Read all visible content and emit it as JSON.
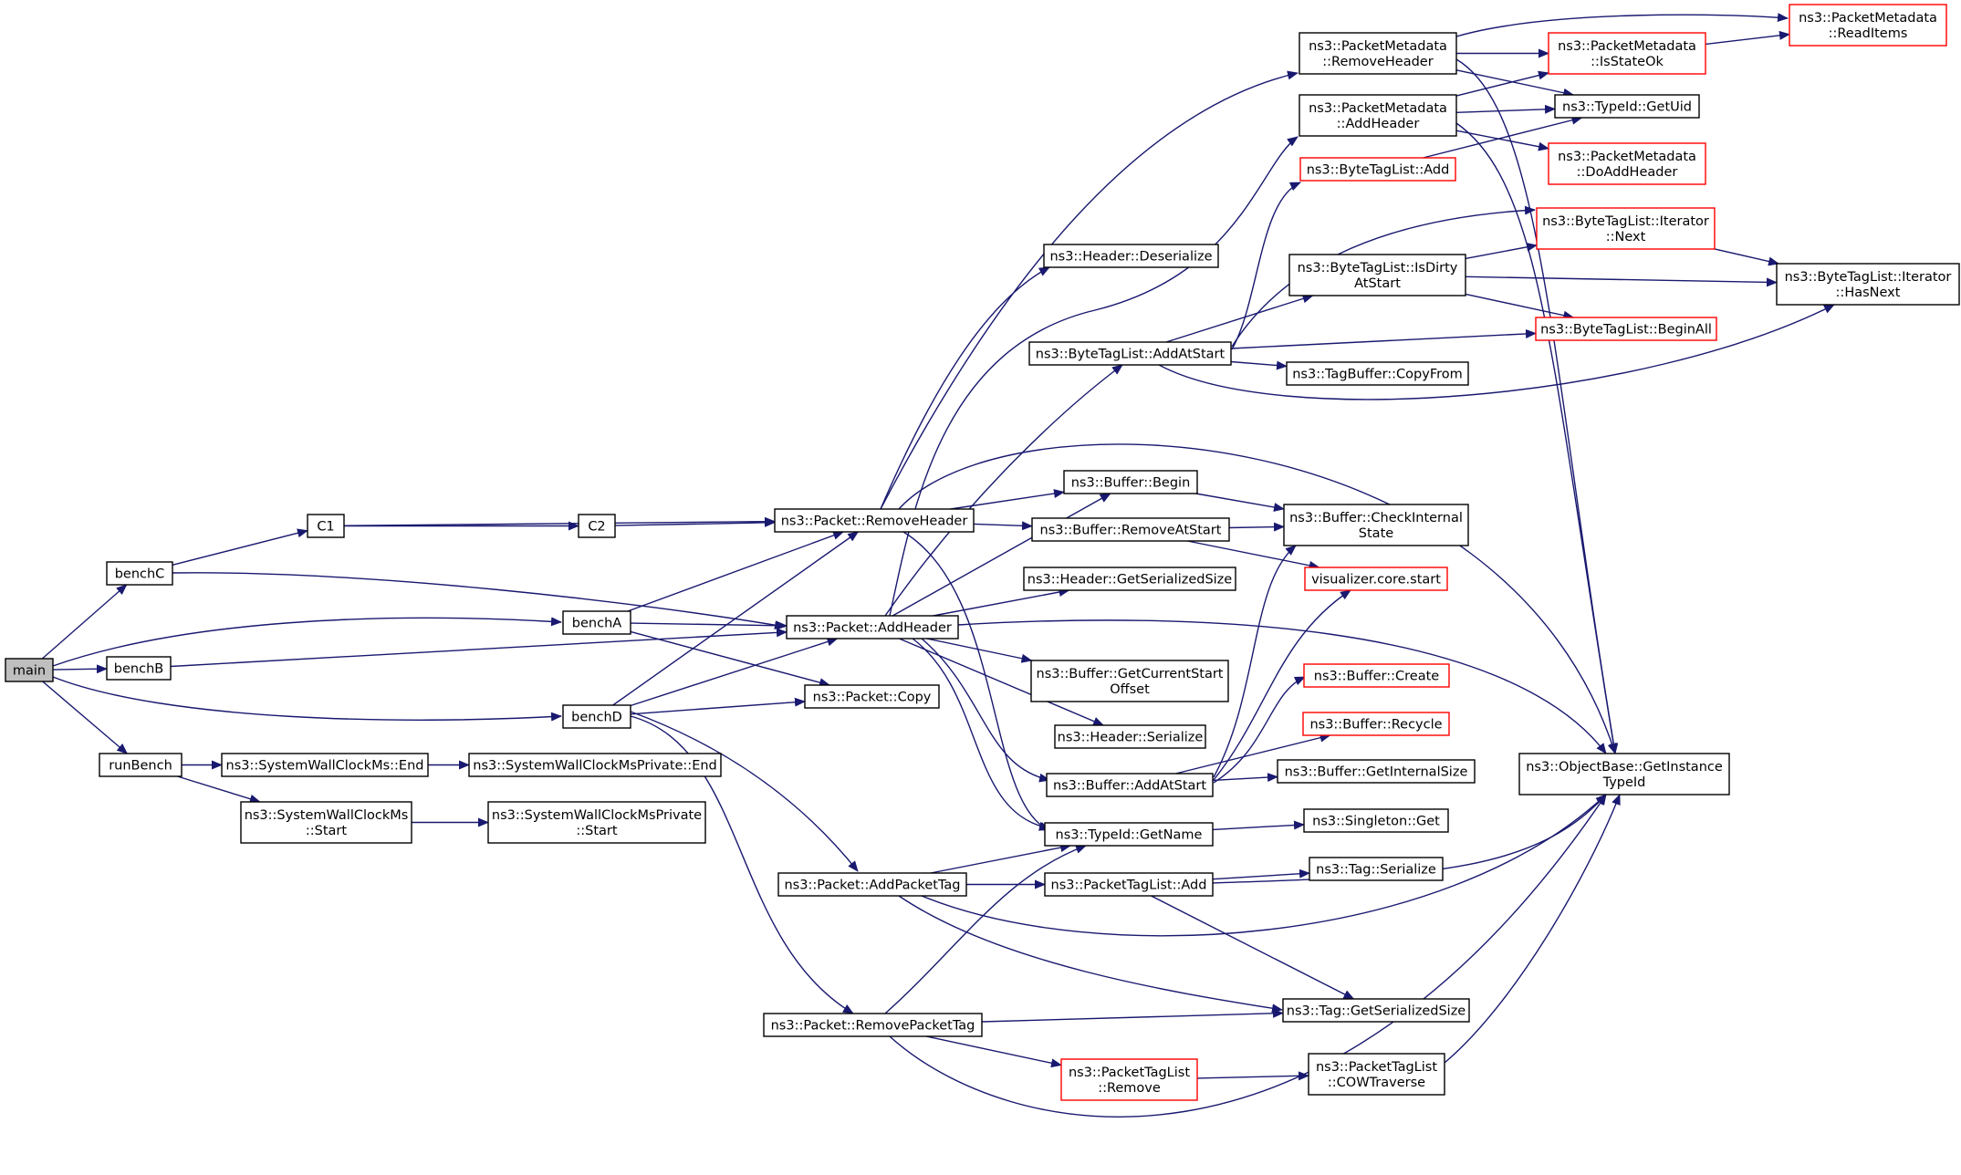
{
  "graph": {
    "edge_color": "#191970",
    "node_border": "#000000",
    "truncated_node_border": "#ff0000",
    "root_fill": "#bfbfbf",
    "nodes": [
      {
        "id": "main",
        "lines": [
          "main"
        ],
        "root": true
      },
      {
        "id": "benchC",
        "lines": [
          "benchC"
        ]
      },
      {
        "id": "benchB",
        "lines": [
          "benchB"
        ]
      },
      {
        "id": "runBench",
        "lines": [
          "runBench"
        ]
      },
      {
        "id": "C1",
        "lines": [
          "C1"
        ]
      },
      {
        "id": "C2",
        "lines": [
          "C2"
        ]
      },
      {
        "id": "benchA",
        "lines": [
          "benchA"
        ]
      },
      {
        "id": "benchD",
        "lines": [
          "benchD"
        ]
      },
      {
        "id": "swcEnd",
        "lines": [
          "ns3::SystemWallClockMs::End"
        ]
      },
      {
        "id": "swcStart",
        "lines": [
          "ns3::SystemWallClockMs",
          "::Start"
        ]
      },
      {
        "id": "swcpEnd",
        "lines": [
          "ns3::SystemWallClockMsPrivate::End"
        ]
      },
      {
        "id": "swcpStart",
        "lines": [
          "ns3::SystemWallClockMsPrivate",
          "::Start"
        ]
      },
      {
        "id": "pRemoveHeader",
        "lines": [
          "ns3::Packet::RemoveHeader"
        ]
      },
      {
        "id": "pAddHeader",
        "lines": [
          "ns3::Packet::AddHeader"
        ]
      },
      {
        "id": "pCopy",
        "lines": [
          "ns3::Packet::Copy"
        ]
      },
      {
        "id": "pAddPacketTag",
        "lines": [
          "ns3::Packet::AddPacketTag"
        ]
      },
      {
        "id": "pRemovePacketTag",
        "lines": [
          "ns3::Packet::RemovePacketTag"
        ]
      },
      {
        "id": "hDeserialize",
        "lines": [
          "ns3::Header::Deserialize"
        ]
      },
      {
        "id": "btlAddAtStart",
        "lines": [
          "ns3::ByteTagList::AddAtStart"
        ]
      },
      {
        "id": "bBegin",
        "lines": [
          "ns3::Buffer::Begin"
        ]
      },
      {
        "id": "bRemoveAtStart",
        "lines": [
          "ns3::Buffer::RemoveAtStart"
        ]
      },
      {
        "id": "hGetSerializedSize",
        "lines": [
          "ns3::Header::GetSerializedSize"
        ]
      },
      {
        "id": "bGetCurrentStartOffset",
        "lines": [
          "ns3::Buffer::GetCurrentStart",
          "Offset"
        ]
      },
      {
        "id": "hSerialize",
        "lines": [
          "ns3::Header::Serialize"
        ]
      },
      {
        "id": "bAddAtStart",
        "lines": [
          "ns3::Buffer::AddAtStart"
        ]
      },
      {
        "id": "tiGetName",
        "lines": [
          "ns3::TypeId::GetName"
        ]
      },
      {
        "id": "ptlAdd",
        "lines": [
          "ns3::PacketTagList::Add"
        ]
      },
      {
        "id": "ptlRemove",
        "lines": [
          "ns3::PacketTagList",
          "::Remove"
        ],
        "truncated": true
      },
      {
        "id": "pmRemoveHeader",
        "lines": [
          "ns3::PacketMetadata",
          "::RemoveHeader"
        ]
      },
      {
        "id": "pmAddHeader",
        "lines": [
          "ns3::PacketMetadata",
          "::AddHeader"
        ]
      },
      {
        "id": "btlAdd",
        "lines": [
          "ns3::ByteTagList::Add"
        ],
        "truncated": true
      },
      {
        "id": "btlIsDirtyAtStart",
        "lines": [
          "ns3::ByteTagList::IsDirty",
          "AtStart"
        ]
      },
      {
        "id": "tbCopyFrom",
        "lines": [
          "ns3::TagBuffer::CopyFrom"
        ]
      },
      {
        "id": "bCheckInternalState",
        "lines": [
          "ns3::Buffer::CheckInternal",
          "State"
        ]
      },
      {
        "id": "vizStart",
        "lines": [
          "visualizer.core.start"
        ],
        "truncated": true
      },
      {
        "id": "bCreate",
        "lines": [
          "ns3::Buffer::Create"
        ],
        "truncated": true
      },
      {
        "id": "bRecycle",
        "lines": [
          "ns3::Buffer::Recycle"
        ],
        "truncated": true
      },
      {
        "id": "bGetInternalSize",
        "lines": [
          "ns3::Buffer::GetInternalSize"
        ]
      },
      {
        "id": "sGet",
        "lines": [
          "ns3::Singleton::Get"
        ]
      },
      {
        "id": "tSerialize",
        "lines": [
          "ns3::Tag::Serialize"
        ]
      },
      {
        "id": "tGetSerializedSize",
        "lines": [
          "ns3::Tag::GetSerializedSize"
        ]
      },
      {
        "id": "ptlCOWTraverse",
        "lines": [
          "ns3::PacketTagList",
          "::COWTraverse"
        ]
      },
      {
        "id": "pmIsStateOk",
        "lines": [
          "ns3::PacketMetadata",
          "::IsStateOk"
        ],
        "truncated": true
      },
      {
        "id": "tiGetUid",
        "lines": [
          "ns3::TypeId::GetUid"
        ]
      },
      {
        "id": "pmDoAddHeader",
        "lines": [
          "ns3::PacketMetadata",
          "::DoAddHeader"
        ],
        "truncated": true
      },
      {
        "id": "btliNext",
        "lines": [
          "ns3::ByteTagList::Iterator",
          "::Next"
        ],
        "truncated": true
      },
      {
        "id": "btlBeginAll",
        "lines": [
          "ns3::ByteTagList::BeginAll"
        ],
        "truncated": true
      },
      {
        "id": "obGetInstanceTypeId",
        "lines": [
          "ns3::ObjectBase::GetInstance",
          "TypeId"
        ]
      },
      {
        "id": "pmReadItems",
        "lines": [
          "ns3::PacketMetadata",
          "::ReadItems"
        ],
        "truncated": true
      },
      {
        "id": "btliHasNext",
        "lines": [
          "ns3::ByteTagList::Iterator",
          "::HasNext"
        ]
      }
    ],
    "edges": [
      [
        "main",
        "benchC"
      ],
      [
        "main",
        "benchA"
      ],
      [
        "main",
        "benchB"
      ],
      [
        "main",
        "benchD"
      ],
      [
        "main",
        "runBench"
      ],
      [
        "benchC",
        "C1"
      ],
      [
        "benchC",
        "pAddHeader"
      ],
      [
        "C1",
        "C2"
      ],
      [
        "C1",
        "pRemoveHeader"
      ],
      [
        "C2",
        "pRemoveHeader"
      ],
      [
        "benchA",
        "pRemoveHeader"
      ],
      [
        "benchA",
        "pAddHeader"
      ],
      [
        "benchA",
        "pCopy"
      ],
      [
        "benchB",
        "pAddHeader"
      ],
      [
        "benchD",
        "pRemoveHeader"
      ],
      [
        "benchD",
        "pAddHeader"
      ],
      [
        "benchD",
        "pCopy"
      ],
      [
        "benchD",
        "pAddPacketTag"
      ],
      [
        "benchD",
        "pRemovePacketTag"
      ],
      [
        "runBench",
        "swcEnd"
      ],
      [
        "runBench",
        "swcStart"
      ],
      [
        "swcEnd",
        "swcpEnd"
      ],
      [
        "swcStart",
        "swcpStart"
      ],
      [
        "pRemoveHeader",
        "pmRemoveHeader"
      ],
      [
        "pRemoveHeader",
        "hDeserialize"
      ],
      [
        "pRemoveHeader",
        "bBegin"
      ],
      [
        "pRemoveHeader",
        "bRemoveAtStart"
      ],
      [
        "pRemoveHeader",
        "tiGetName"
      ],
      [
        "pRemoveHeader",
        "obGetInstanceTypeId"
      ],
      [
        "pAddHeader",
        "pmAddHeader"
      ],
      [
        "pAddHeader",
        "btlAddAtStart"
      ],
      [
        "pAddHeader",
        "bBegin"
      ],
      [
        "pAddHeader",
        "hGetSerializedSize"
      ],
      [
        "pAddHeader",
        "bGetCurrentStartOffset"
      ],
      [
        "pAddHeader",
        "hSerialize"
      ],
      [
        "pAddHeader",
        "bAddAtStart"
      ],
      [
        "pAddHeader",
        "tiGetName"
      ],
      [
        "pAddHeader",
        "obGetInstanceTypeId"
      ],
      [
        "pAddPacketTag",
        "tiGetName"
      ],
      [
        "pAddPacketTag",
        "ptlAdd"
      ],
      [
        "pAddPacketTag",
        "tGetSerializedSize"
      ],
      [
        "pAddPacketTag",
        "obGetInstanceTypeId"
      ],
      [
        "pRemovePacketTag",
        "tiGetName"
      ],
      [
        "pRemovePacketTag",
        "tGetSerializedSize"
      ],
      [
        "pRemovePacketTag",
        "ptlRemove"
      ],
      [
        "pRemovePacketTag",
        "obGetInstanceTypeId"
      ],
      [
        "btlAddAtStart",
        "btlAdd"
      ],
      [
        "btlAddAtStart",
        "btliNext"
      ],
      [
        "btlAddAtStart",
        "btlIsDirtyAtStart"
      ],
      [
        "btlAddAtStart",
        "btlBeginAll"
      ],
      [
        "btlAddAtStart",
        "tbCopyFrom"
      ],
      [
        "btlAddAtStart",
        "btliHasNext"
      ],
      [
        "bBegin",
        "bCheckInternalState"
      ],
      [
        "bRemoveAtStart",
        "bCheckInternalState"
      ],
      [
        "bRemoveAtStart",
        "vizStart"
      ],
      [
        "bAddAtStart",
        "bCheckInternalState"
      ],
      [
        "bAddAtStart",
        "vizStart"
      ],
      [
        "bAddAtStart",
        "bCreate"
      ],
      [
        "bAddAtStart",
        "bRecycle"
      ],
      [
        "bAddAtStart",
        "bGetInternalSize"
      ],
      [
        "tiGetName",
        "sGet"
      ],
      [
        "ptlAdd",
        "tSerialize"
      ],
      [
        "ptlAdd",
        "tGetSerializedSize"
      ],
      [
        "ptlAdd",
        "obGetInstanceTypeId"
      ],
      [
        "ptlRemove",
        "ptlCOWTraverse"
      ],
      [
        "ptlCOWTraverse",
        "obGetInstanceTypeId"
      ],
      [
        "pmRemoveHeader",
        "pmReadItems"
      ],
      [
        "pmRemoveHeader",
        "pmIsStateOk"
      ],
      [
        "pmRemoveHeader",
        "tiGetUid"
      ],
      [
        "pmRemoveHeader",
        "obGetInstanceTypeId"
      ],
      [
        "pmAddHeader",
        "pmIsStateOk"
      ],
      [
        "pmAddHeader",
        "tiGetUid"
      ],
      [
        "pmAddHeader",
        "pmDoAddHeader"
      ],
      [
        "pmAddHeader",
        "obGetInstanceTypeId"
      ],
      [
        "btlAdd",
        "tiGetUid"
      ],
      [
        "btlIsDirtyAtStart",
        "btliNext"
      ],
      [
        "btlIsDirtyAtStart",
        "btliHasNext"
      ],
      [
        "btlIsDirtyAtStart",
        "btlBeginAll"
      ],
      [
        "pmIsStateOk",
        "pmReadItems"
      ],
      [
        "btliNext",
        "btliHasNext"
      ]
    ]
  }
}
